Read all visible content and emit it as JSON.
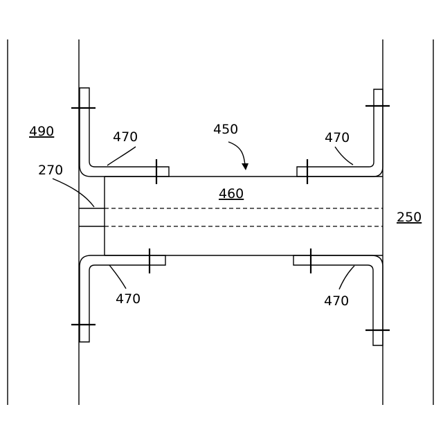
{
  "labels": {
    "l490": "490",
    "l270": "270",
    "l450": "450",
    "l460": "460",
    "l250": "250",
    "l470_tl": "470",
    "l470_tr": "470",
    "l470_bl": "470",
    "l470_br": "470"
  }
}
